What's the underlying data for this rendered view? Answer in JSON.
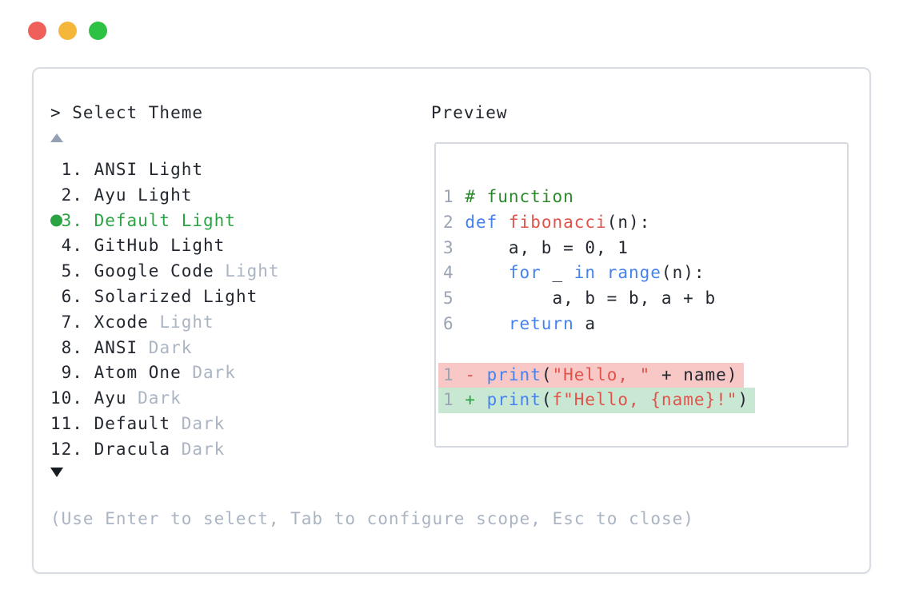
{
  "colors": {
    "text": "#23272f",
    "muted": "#aab4c2",
    "line_number": "#9aa4b2",
    "accent_green": "#2aa343",
    "keyword_blue": "#4682ee",
    "string_red": "#e0534a",
    "comment_green": "#2b8a2b",
    "diff_del_bg": "#f8c8c6",
    "diff_add_bg": "#c9e8d4",
    "panel_border": "#d8dce3",
    "box_border": "#d6dae0",
    "arrow_up": "#94a1b5",
    "arrow_down": "#171b22"
  },
  "window": {
    "traffic_lights": [
      {
        "name": "close",
        "color": "#f0605a"
      },
      {
        "name": "minimize",
        "color": "#f4b73a"
      },
      {
        "name": "maximize",
        "color": "#2ec244"
      }
    ]
  },
  "picker": {
    "prompt": "> Select Theme",
    "hint": "(Use Enter to select, Tab to configure scope, Esc to close)",
    "items": [
      {
        "prefix": " 1. ",
        "name": "ANSI Light",
        "variant": "",
        "selected": false
      },
      {
        "prefix": " 2. ",
        "name": "Ayu Light",
        "variant": "",
        "selected": false
      },
      {
        "prefix": " 3. ",
        "name": "Default Light",
        "variant": "",
        "selected": true
      },
      {
        "prefix": " 4. ",
        "name": "GitHub Light",
        "variant": "",
        "selected": false
      },
      {
        "prefix": " 5. ",
        "name": "Google Code",
        "variant": "Light",
        "selected": false
      },
      {
        "prefix": " 6. ",
        "name": "Solarized Light",
        "variant": "",
        "selected": false
      },
      {
        "prefix": " 7. ",
        "name": "Xcode",
        "variant": "Light",
        "selected": false
      },
      {
        "prefix": " 8. ",
        "name": "ANSI",
        "variant": "Dark",
        "selected": false
      },
      {
        "prefix": " 9. ",
        "name": "Atom One",
        "variant": "Dark",
        "selected": false
      },
      {
        "prefix": "10. ",
        "name": "Ayu",
        "variant": "Dark",
        "selected": false
      },
      {
        "prefix": "11. ",
        "name": "Default",
        "variant": "Dark",
        "selected": false
      },
      {
        "prefix": "12. ",
        "name": "Dracula",
        "variant": "Dark",
        "selected": false
      }
    ]
  },
  "preview": {
    "label": "Preview",
    "code_lines": [
      {
        "tokens": [
          [
            "ln",
            "1"
          ],
          [
            "pl",
            " "
          ],
          [
            "com",
            "# function"
          ]
        ]
      },
      {
        "tokens": [
          [
            "ln",
            "2"
          ],
          [
            "pl",
            " "
          ],
          [
            "kw",
            "def"
          ],
          [
            "pl",
            " "
          ],
          [
            "fn",
            "fibonacci"
          ],
          [
            "pl",
            "(n):"
          ]
        ]
      },
      {
        "tokens": [
          [
            "ln",
            "3"
          ],
          [
            "pl",
            "     a, b = 0, 1"
          ]
        ]
      },
      {
        "tokens": [
          [
            "ln",
            "4"
          ],
          [
            "pl",
            "     "
          ],
          [
            "kw",
            "for"
          ],
          [
            "pl",
            " _ "
          ],
          [
            "kw",
            "in"
          ],
          [
            "pl",
            " "
          ],
          [
            "kw",
            "range"
          ],
          [
            "pl",
            "(n):"
          ]
        ]
      },
      {
        "tokens": [
          [
            "ln",
            "5"
          ],
          [
            "pl",
            "         a, b = b, a + b"
          ]
        ]
      },
      {
        "tokens": [
          [
            "ln",
            "6"
          ],
          [
            "pl",
            "     "
          ],
          [
            "kw",
            "return"
          ],
          [
            "pl",
            " a"
          ]
        ]
      },
      {
        "blank": true
      },
      {
        "diff": "del",
        "tokens": [
          [
            "ln",
            "1"
          ],
          [
            "pl",
            " "
          ],
          [
            "del",
            "-"
          ],
          [
            "pl",
            " "
          ],
          [
            "kw",
            "print"
          ],
          [
            "pl",
            "("
          ],
          [
            "str",
            "\"Hello, \""
          ],
          [
            "pl",
            " + name)"
          ]
        ]
      },
      {
        "diff": "add",
        "tokens": [
          [
            "ln",
            "1"
          ],
          [
            "pl",
            " "
          ],
          [
            "add",
            "+"
          ],
          [
            "pl",
            " "
          ],
          [
            "kw",
            "print"
          ],
          [
            "pl",
            "("
          ],
          [
            "str",
            "f\"Hello, {name}!\""
          ],
          [
            "pl",
            ")"
          ]
        ]
      }
    ]
  }
}
